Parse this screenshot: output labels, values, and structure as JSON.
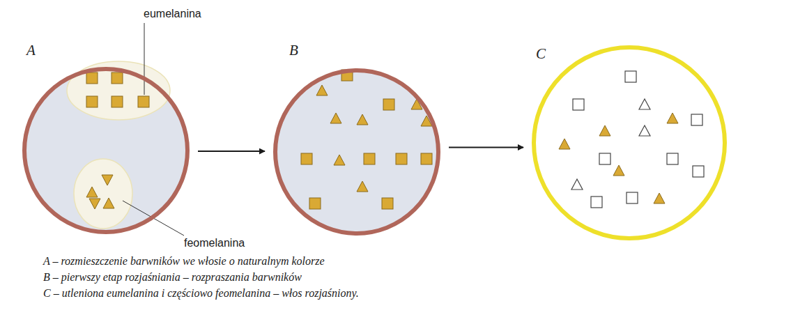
{
  "diagram": {
    "nodes": [
      {
        "text": [
          "A"
        ]
      },
      {
        "text": [
          "B"
        ]
      },
      {
        "text": [
          "C"
        ]
      }
    ],
    "edges": [
      {
        "from": 0,
        "to": 1,
        "arrow": "to"
      },
      {
        "from": 1,
        "to": 2,
        "arrow": "to"
      }
    ],
    "labels": [
      "eumelanina",
      "feomelanina",
      "A – rozmieszczenie barwników we włosie o naturalnym kolorze",
      "B – pierwszy etap rozjaśniania – rozpraszania barwników",
      "C – utleniona eumelanina i częściowo feomelanina – włos rozjaśniony."
    ]
  }
}
